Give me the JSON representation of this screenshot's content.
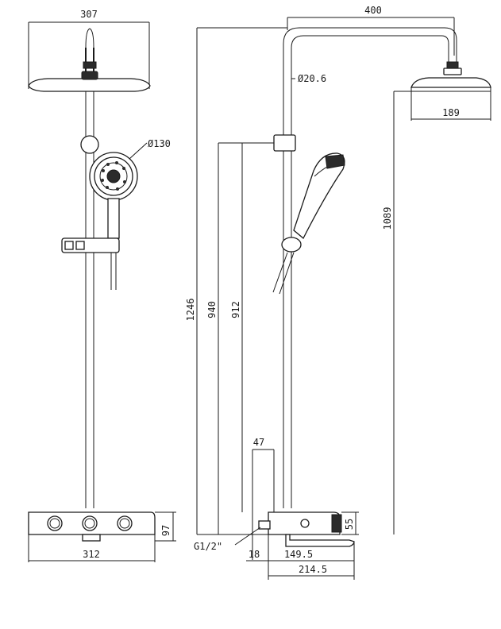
{
  "drawing": {
    "front_view": {
      "dims": {
        "head_width": "307",
        "hand_shower_dia": "Ø130",
        "body_height": "97",
        "body_width": "312"
      }
    },
    "side_view": {
      "dims": {
        "arm_reach": "400",
        "pipe_dia": "Ø20.6",
        "head_dia": "189",
        "head_height": "1089",
        "total_height": "1246",
        "h940": "940",
        "h912": "912",
        "offset_47": "47",
        "body_h55": "55",
        "inlet": "G1/2\"",
        "d18": "18",
        "d149": "149.5",
        "d214": "214.5"
      }
    }
  }
}
